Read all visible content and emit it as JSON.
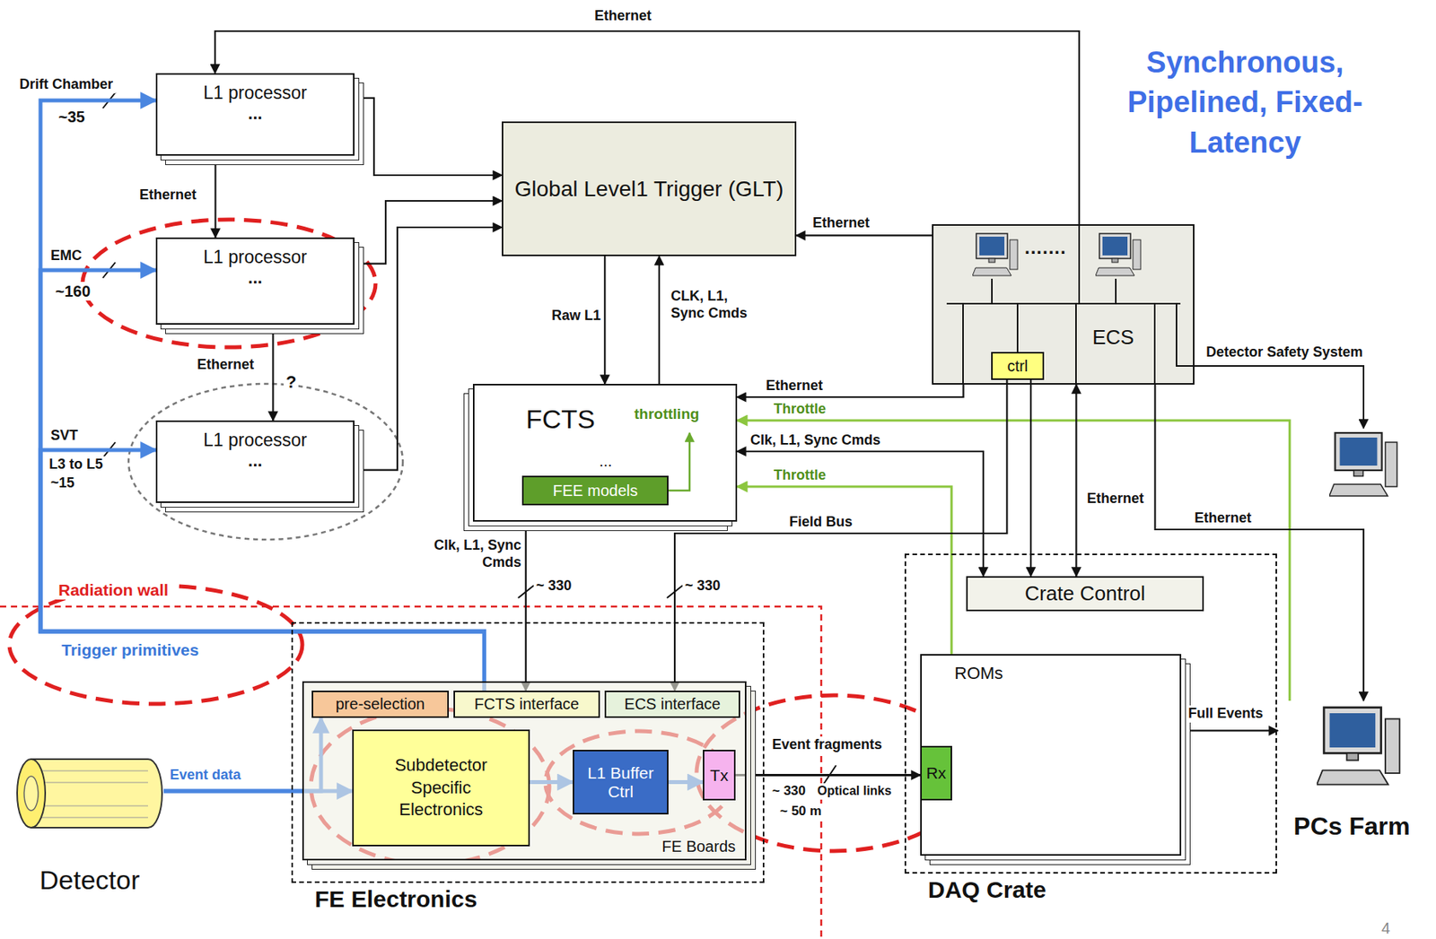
{
  "diagram": {
    "nodes": [
      {
        "text": [
          "L1 processor",
          "..."
        ]
      },
      {
        "text": [
          "L1 processor",
          "..."
        ]
      },
      {
        "text": [
          "L1 processor",
          "..."
        ]
      },
      {
        "text": [
          "Global Level1 Trigger (GLT)"
        ]
      },
      {
        "text": [
          "ECS",
          "......."
        ]
      },
      {
        "text": [
          "ctrl"
        ],
        "in": 4
      },
      {
        "text": [
          "FCTS",
          "throttling",
          "..."
        ]
      },
      {
        "text": [
          "FEE models"
        ],
        "in": 6
      },
      {
        "text": [
          "FE Electronics"
        ]
      },
      {
        "text": [
          "FE Boards"
        ],
        "in": 8
      },
      {
        "text": [
          "pre-selection"
        ],
        "in": 9
      },
      {
        "text": [
          "FCTS interface"
        ],
        "in": 9
      },
      {
        "text": [
          "ECS interface"
        ],
        "in": 9
      },
      {
        "text": [
          "Subdetector Specific Electronics"
        ],
        "in": 9
      },
      {
        "text": [
          "L1 Buffer Ctrl"
        ],
        "in": 9
      },
      {
        "text": [
          "Tx"
        ],
        "in": 9
      },
      {
        "text": [
          "DAQ Crate"
        ]
      },
      {
        "text": [
          "Crate Control"
        ],
        "in": 16
      },
      {
        "text": [
          "ROMs"
        ],
        "in": 16
      },
      {
        "text": [
          "Rx"
        ],
        "in": 18
      },
      {
        "text": [
          "Detector"
        ]
      },
      {
        "text": [
          "PCs Farm"
        ]
      }
    ],
    "edges": [
      {
        "from": 0,
        "to": 3,
        "arrow": "to"
      },
      {
        "from": 1,
        "to": 3,
        "arrow": "to"
      },
      {
        "from": 2,
        "to": 3,
        "arrow": "to"
      },
      {
        "from": 3,
        "to": 6,
        "label": "Raw L1",
        "arrow": "to"
      },
      {
        "from": 6,
        "to": 3,
        "label": "CLK, L1, Sync Cmds",
        "arrow": "to"
      },
      {
        "from": 4,
        "to": 3,
        "label": "Ethernet",
        "arrow": "to"
      },
      {
        "from": 4,
        "to": 6,
        "label": "Ethernet",
        "arrow": "to"
      },
      {
        "from": 21,
        "to": 6,
        "label": "Throttle",
        "arrow": "to"
      },
      {
        "from": 6,
        "to": 17,
        "label": "Clk, L1, Sync Cmds",
        "arrow": "both"
      },
      {
        "from": 18,
        "to": 6,
        "label": "Throttle",
        "arrow": "to"
      },
      {
        "from": 5,
        "to": 12,
        "label": "Field Bus",
        "arrow": "to"
      },
      {
        "from": 5,
        "to": 17,
        "arrow": "to"
      },
      {
        "from": 4,
        "to": 17,
        "label": "Ethernet",
        "arrow": "both"
      },
      {
        "from": 4,
        "to": 21,
        "label": "Ethernet",
        "arrow": "to"
      },
      {
        "from": 20,
        "to": 13,
        "label": "Event data",
        "arrow": "to"
      },
      {
        "from": 20,
        "to": 10,
        "arrow": "to"
      },
      {
        "from": 13,
        "to": 14,
        "arrow": "to"
      },
      {
        "from": 14,
        "to": 15,
        "arrow": "to"
      },
      {
        "from": 15,
        "to": 19,
        "label": "Event fragments",
        "arrow": "to"
      },
      {
        "from": 18,
        "to": 21,
        "label": "Full Events",
        "arrow": "to"
      },
      {
        "from": 11,
        "to": 0,
        "arrow": "to"
      },
      {
        "from": 11,
        "to": 1,
        "arrow": "to"
      },
      {
        "from": 11,
        "to": 2,
        "arrow": "to"
      },
      {
        "from": 4,
        "to": 0,
        "label": "Ethernet",
        "arrow": "to"
      },
      {
        "from": 0,
        "to": 1,
        "label": "Ethernet",
        "arrow": "to"
      },
      {
        "from": 1,
        "to": 2,
        "label": "Ethernet",
        "arrow": "to"
      },
      {
        "from": 6,
        "to": 11,
        "label": "Clk, L1, Sync Cmds",
        "arrow": "to"
      }
    ],
    "labels": [
      "Synchronous, Pipelined, Fixed-Latency",
      "Drift Chamber",
      "~35",
      "EMC",
      "~160",
      "SVT",
      "L3 to L5",
      "~15",
      "?",
      "Radiation wall",
      "Trigger primitives",
      "~ 330",
      "~ 330",
      "~ 330",
      "Optical links",
      "~ 50 m",
      "Detector Safety System",
      "4"
    ]
  }
}
